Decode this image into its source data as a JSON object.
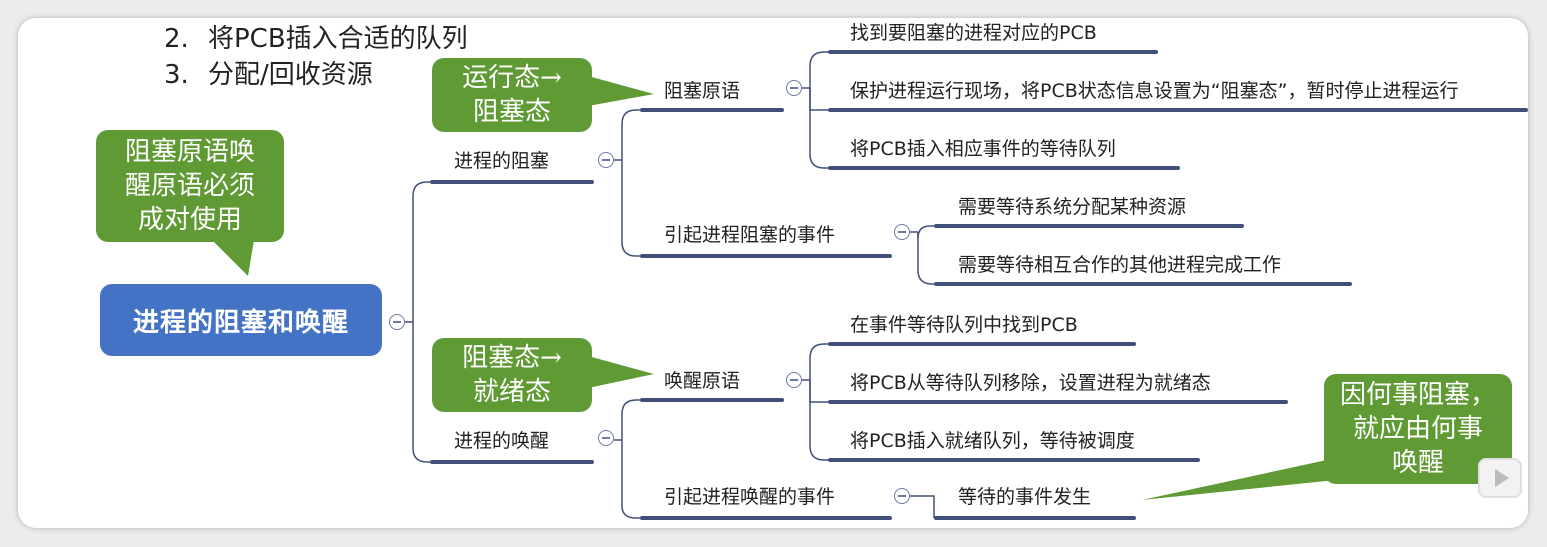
{
  "top_list": [
    {
      "num": "2.",
      "text": "将PCB插入合适的队列"
    },
    {
      "num": "3.",
      "text": "分配/回收资源"
    }
  ],
  "root": "进程的阻塞和唤醒",
  "block": {
    "label": "进程的阻塞",
    "primitive": {
      "label": "阻塞原语",
      "steps": [
        "找到要阻塞的进程对应的PCB",
        "保护进程运行现场，将PCB状态信息设置为“阻塞态”，暂时停止进程运行",
        "将PCB插入相应事件的等待队列"
      ]
    },
    "events": {
      "label": "引起进程阻塞的事件",
      "items": [
        "需要等待系统分配某种资源",
        "需要等待相互合作的其他进程完成工作"
      ]
    }
  },
  "wake": {
    "label": "进程的唤醒",
    "primitive": {
      "label": "唤醒原语",
      "steps": [
        "在事件等待队列中找到PCB",
        "将PCB从等待队列移除，设置进程为就绪态",
        "将PCB插入就绪队列，等待被调度"
      ]
    },
    "events": {
      "label": "引起进程唤醒的事件",
      "items": [
        "等待的事件发生"
      ]
    }
  },
  "callouts": {
    "pair": [
      "阻塞原语唤",
      "醒原语必须",
      "成对使用"
    ],
    "run_to_block": [
      "运行态→",
      "阻塞态"
    ],
    "block_to_ready": [
      "阻塞态→",
      "就绪态"
    ],
    "cause": [
      "因何事阻塞，",
      "就应由何事",
      "唤醒"
    ]
  },
  "colors": {
    "root": "#4472c4",
    "callout": "#5f9a35",
    "line": "#41507a"
  }
}
